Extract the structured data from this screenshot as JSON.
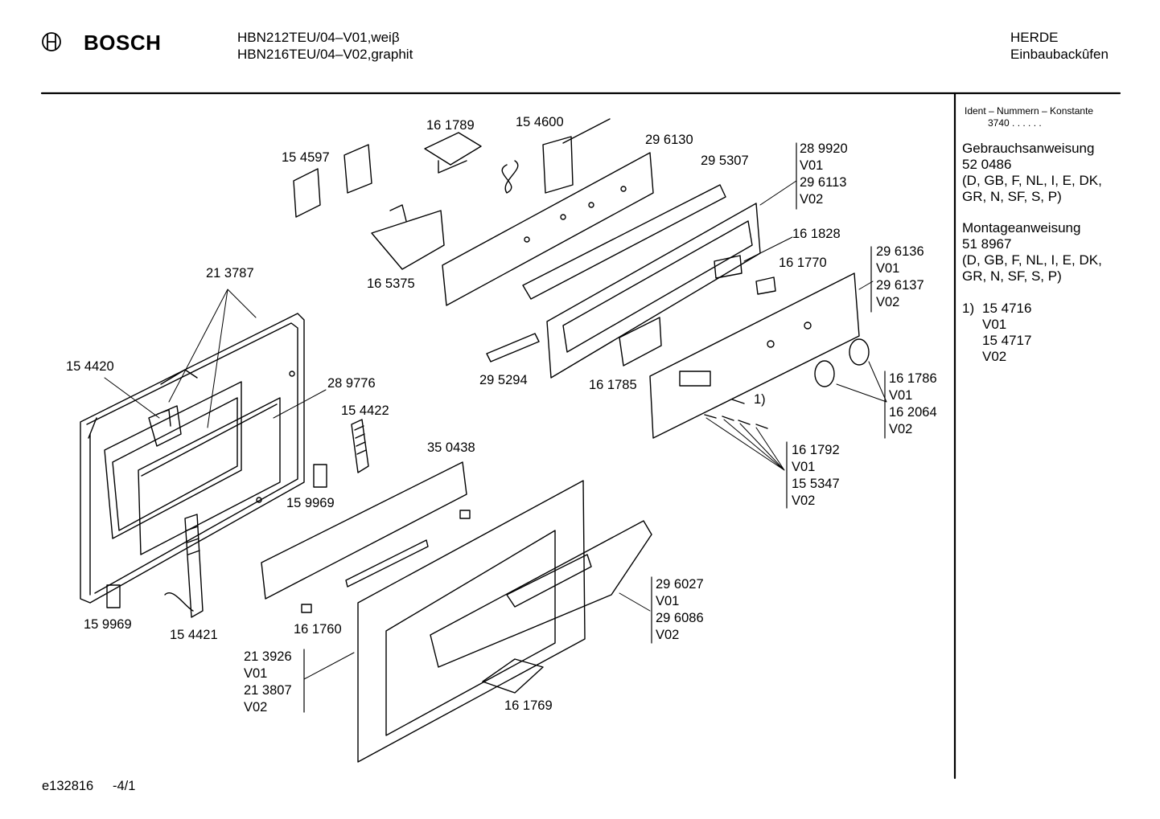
{
  "header": {
    "brand": "BOSCH",
    "models": [
      "HBN212TEU/04–V01,weiβ",
      "HBN216TEU/04–V02,graphit"
    ],
    "category": [
      "HERDE",
      "Einbaubackûfen"
    ]
  },
  "sidebar": {
    "ident_label": "Ident – Nummern – Konstante",
    "ident_value": "3740 . . . . . .",
    "gebrauch_title": "Gebrauchsanweisung",
    "gebrauch_number": "52 0486",
    "gebrauch_langs": [
      "(D, GB, F, NL, I, E, DK,",
      "GR, N, SF, S, P)"
    ],
    "montage_title": "Montageanweisung",
    "montage_number": "51 8967",
    "montage_langs": [
      "(D, GB, F, NL, I, E, DK,",
      "GR, N, SF, S, P)"
    ],
    "footnote_marker": "1)",
    "footnote_lines": [
      "15 4716",
      "V01",
      "15 4717",
      "V02"
    ]
  },
  "parts": {
    "p161789": "16 1789",
    "p154600": "15 4600",
    "p154597": "15 4597",
    "p296130": "29 6130",
    "p295307": "29 5307",
    "grp_289920": [
      "28 9920",
      "V01",
      "29 6113",
      "V02"
    ],
    "p165375": "16 5375",
    "p161828": "16 1828",
    "p161770": "16 1770",
    "grp_296136": [
      "29 6136",
      "V01",
      "29 6137",
      "V02"
    ],
    "p213787": "21 3787",
    "p154420": "15 4420",
    "p289776": "28 9776",
    "p295294": "29 5294",
    "p161785": "16 1785",
    "footnote_callout": "1)",
    "grp_161786": [
      "16 1786",
      "V01",
      "16 2064",
      "V02"
    ],
    "p154422": "15 4422",
    "p350438": "35 0438",
    "grp_161792": [
      "16 1792",
      "V01",
      "15 5347",
      "V02"
    ],
    "p159969a": "15 9969",
    "p159969b": "15 9969",
    "p154421": "15 4421",
    "p161760": "16 1760",
    "grp_296027": [
      "29 6027",
      "V01",
      "29 6086",
      "V02"
    ],
    "grp_213926": [
      "21 3926",
      "V01",
      "21 3807",
      "V02"
    ],
    "p161769": "16 1769"
  },
  "footer": {
    "code": "e132816",
    "page": "-4/1"
  }
}
